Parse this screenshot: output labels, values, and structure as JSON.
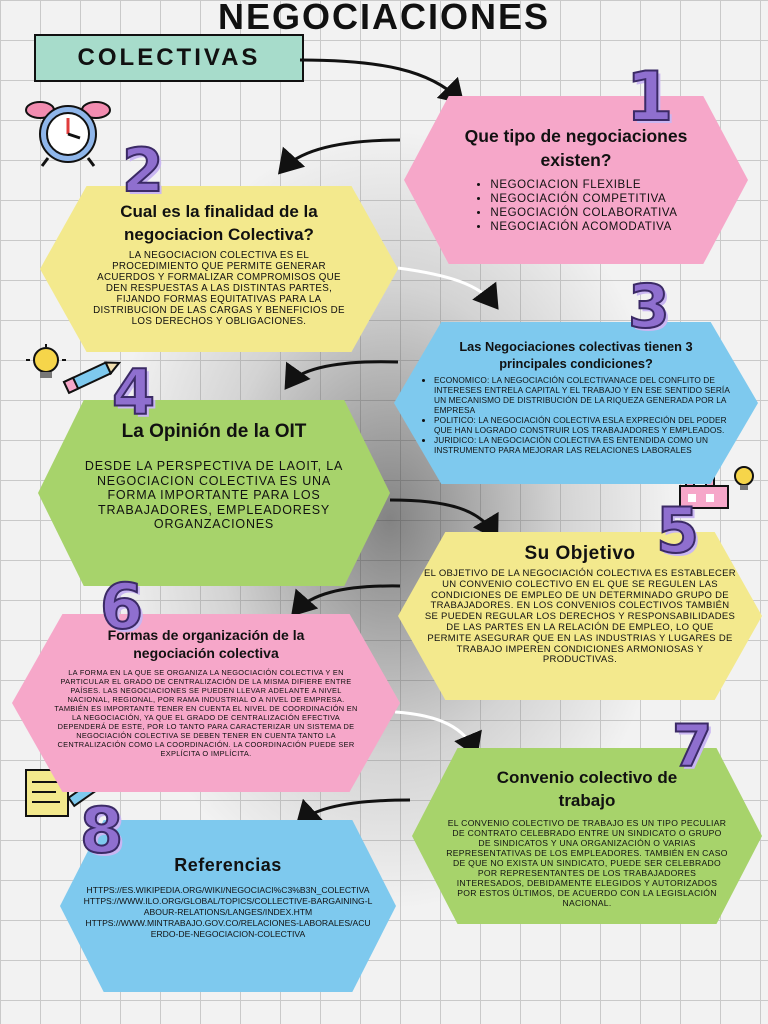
{
  "header": {
    "title": "NEGOCIACIONES",
    "subtitle": "COLECTIVAS"
  },
  "sections": [
    {
      "number": "1",
      "title": "Que tipo de negociaciones existen?",
      "items": [
        "NEGOCIACION FLEXIBLE",
        "NEGOCIACIÓN COMPETITIVA",
        "NEGOCIACIÓN COLABORATIVA",
        "NEGOCIACIÓN ACOMODATIVA"
      ]
    },
    {
      "number": "2",
      "title": "Cual es la finalidad de la negociacion Colectiva?",
      "body": "LA NEGOCIACION COLECTIVA ES EL PROCEDIMIENTO QUE PERMITE GENERAR ACUERDOS Y FORMALIZAR COMPROMISOS QUE DEN RESPUESTAS A LAS DISTINTAS PARTES, FIJANDO FORMAS EQUITATIVAS PARA LA DISTRIBUCION DE LAS CARGAS Y BENEFICIOS DE LOS DERECHOS Y OBLIGACIONES."
    },
    {
      "number": "3",
      "title": "Las Negociaciones colectivas tienen 3 principales condiciones?",
      "items": [
        "ECONOMICO: LA NEGOCIACIÓN COLECTIVANACE DEL CONFLITO DE INTERESES ENTRELA CAPITAL Y EL TRABAJO Y EN ESE SENTIDO SERÍA UN MECANISMO DE DISTRIBUCIÓN DE LA RIQUEZA GENERADA POR LA EMPRESA",
        "POLITICO: LA NEGOCIACIÓN COLECTIVA ESLA EXPRECIÓN DEL PODER QUE HAN LOGRADO CONSTRUIR LOS TRABAJADORES Y EMPLEADOS.",
        "JURIDICO: LA NEGOCIACIÓN COLECTIVA ES ENTENDIDA COMO UN INSTRUMENTO PARA MEJORAR LAS RELACIONES LABORALES"
      ]
    },
    {
      "number": "4",
      "title": "La Opinión de la OIT",
      "body": "DESDE LA PERSPECTIVA DE LAOIT, LA NEGOCIACION COLECTIVA ES UNA FORMA IMPORTANTE PARA LOS TRABAJADORES, EMPLEADORESY ORGANZACIONES"
    },
    {
      "number": "5",
      "title": "Su Objetivo",
      "body": "EL OBJETIVO DE LA NEGOCIACIÓN COLECTIVA ES ESTABLECER UN CONVENIO COLECTIVO EN EL QUE SE REGULEN LAS CONDICIONES DE EMPLEO DE UN DETERMINADO GRUPO DE TRABAJADORES. EN LOS CONVENIOS COLECTIVOS TAMBIÉN SE PUEDEN REGULAR LOS DERECHOS Y RESPONSABILIDADES DE LAS PARTES EN LA RELACIÓN DE EMPLEO, LO QUE PERMITE ASEGURAR QUE EN LAS INDUSTRIAS Y LUGARES DE TRABAJO IMPEREN CONDICIONES ARMONIOSAS Y PRODUCTIVAS."
    },
    {
      "number": "6",
      "title": "Formas de organización de la negociación colectiva",
      "body": "LA FORMA EN LA QUE SE ORGANIZA LA NEGOCIACIÓN COLECTIVA Y EN PARTICULAR EL GRADO DE CENTRALIZACIÓN DE LA MISMA DIFIERE ENTRE PAÍSES. LAS NEGOCIACIONES SE PUEDEN LLEVAR ADELANTE A NIVEL NACIONAL, REGIONAL, POR RAMA INDUSTRIAL O A NIVEL DE EMPRESA. TAMBIÉN ES IMPORTANTE TENER EN CUENTA EL NIVEL DE COORDINACIÓN EN LA NEGOCIACIÓN, YA QUE EL GRADO DE CENTRALIZACIÓN EFECTIVA DEPENDERÁ DE ESTE, POR LO TANTO PARA CARACTERIZAR UN SISTEMA DE NEGOCIACIÓN COLECTIVA SE DEBEN TENER EN CUENTA TANTO LA CENTRALIZACIÓN COMO LA COORDINACIÓN. LA COORDINACIÓN PUEDE SER EXPLÍCITA O IMPLÍCITA."
    },
    {
      "number": "7",
      "title": "Convenio colectivo de trabajo",
      "body": "EL CONVENIO COLECTIVO DE TRABAJO ES UN TIPO PECULIAR DE CONTRATO CELEBRADO ENTRE UN SINDICATO O GRUPO DE SINDICATOS Y UNA ORGANIZACIÓN O VARIAS REPRESENTATIVAS DE LOS EMPLEADORES. TAMBIÉN EN CASO DE QUE NO EXISTA UN SINDICATO, PUEDE SER CELEBRADO POR REPRESENTANTES DE LOS TRABAJADORES INTERESADOS, DEBIDAMENTE ELEGIDOS Y AUTORIZADOS POR ESTOS ÚLTIMOS, DE ACUERDO CON LA LEGISLACIÓN NACIONAL."
    },
    {
      "number": "8",
      "title": "Referencias",
      "links": [
        "HTTPS://ES.WIKIPEDIA.ORG/WIKI/NEGOCIACI%C3%B3N_COLECTIVA",
        "HTTPS://WWW.ILO.ORG/GLOBAL/TOPICS/COLLECTIVE-BARGAINING-LABOUR-RELATIONS/LANGES/INDEX.HTM",
        "HTTPS://WWW.MINTRABAJO.GOV.CO/RELACIONES-LABORALES/ACUERDO-DE-NEGOCIACION-COLECTIVA"
      ]
    }
  ],
  "icons": {
    "clock": "alarm-clock-icon",
    "bulb": "lightbulb-icon",
    "pencil": "pencil-icon",
    "document": "document-icon",
    "factory": "factory-icon"
  },
  "colors": {
    "pink": "#f6a7c9",
    "yellow": "#f3e98d",
    "blue": "#7ec9ee",
    "green": "#a7d36b",
    "mint": "#a7dccb",
    "purple": "#8f6fcf"
  }
}
